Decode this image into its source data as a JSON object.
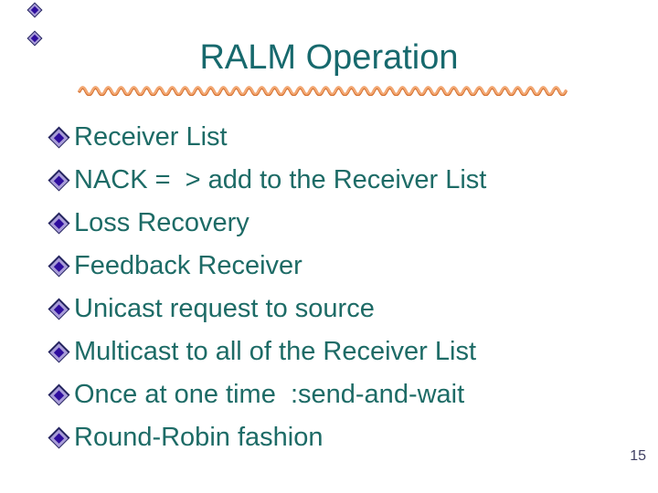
{
  "slide": {
    "title": "RALM Operation",
    "bullets": [
      "Receiver List",
      "NACK =  > add to the Receiver List",
      "Loss Recovery",
      "Feedback Receiver",
      "Unicast request to source",
      "Multicast to all of the Receiver List",
      "Once at one time  :send-and-wait",
      "Round-Robin fashion"
    ],
    "page_number": "15",
    "icons": {
      "bullet": "diamond-bullet-icon",
      "corner": "corner-diamond-icon"
    },
    "colors": {
      "background": "#ffffff",
      "title_text": "#17696d",
      "body_text": "#1d6b66",
      "wave_main": "#d4702f",
      "wave_highlight": "#f3a873",
      "bullet_outline": "#23235e",
      "bullet_ring": "#a89cd8",
      "bullet_center": "#2e0d9e",
      "page_number_text": "#3f3f63"
    }
  }
}
